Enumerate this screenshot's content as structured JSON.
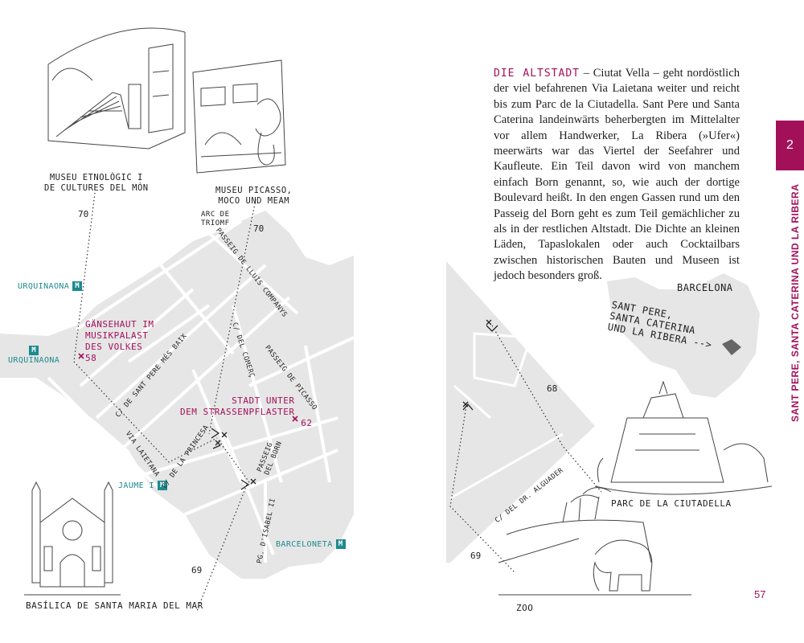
{
  "labels": {
    "museu_etnologic": [
      "MUSEU ETNOLÒGIC I",
      "DE CULTURES DEL MÓN"
    ],
    "museu_picasso": [
      "MUSEU PICASSO,",
      "MOCO UND MEAM"
    ],
    "arc_de_triomf": [
      "ARC DE",
      "TRIOMF"
    ],
    "basilica": "BASÍLICA DE SANTA MARIA DEL MAR",
    "parc_ciutadella": "PARC DE LA CIUTADELLA",
    "zoo": "ZOO",
    "barcelona": "BARCELONA",
    "district": [
      "SANT PERE,",
      "SANTA CATERINA",
      "UND LA RIBERA -->"
    ]
  },
  "route_numbers": {
    "r70a": "70",
    "r70b": "70",
    "r69a": "69",
    "r68": "68",
    "r69b": "69"
  },
  "metro": {
    "urquinaona_top": "URQUINAONA",
    "urquinaona_left": "URQUINAONA",
    "jaume_i": "JAUME I",
    "barceloneta": "BARCELONETA",
    "icon_letter": "M"
  },
  "pois": {
    "gaensehaut": {
      "lines": [
        "GÄNSEHAUT IM",
        "MUSIKPALAST",
        "DES VOLKES"
      ],
      "page": "58"
    },
    "stadt_unter": {
      "lines": [
        "STADT UNTER",
        "DEM STRASSENPFLASTER"
      ],
      "page": "62"
    }
  },
  "streets": {
    "lluis_companys": "PASSEIG DE LLUÍS COMPANYS",
    "sant_pere": "C/ DE SANT PERE MÉS BAIX",
    "comerc": "C/ DEL COMERÇ",
    "picasso": "PASSEIG DE PICASSO",
    "laietana": "VIA LAIETANA",
    "princesa": "C/ DE LA PRINCESA",
    "born": [
      "PASSEIG",
      "DEL BORN"
    ],
    "isabel": [
      "PG. D'ISABEL II"
    ],
    "alguader": "C/ DEL DR. ALGUADER"
  },
  "text": {
    "lead": "DIE ALTSTADT",
    "body": " – Ciutat Vella – geht nordöstlich der viel befahrenen Via Laietana weiter und reicht bis zum Parc de la Ciutadella. Sant Pere und Santa Caterina landeinwärts beherbergten im Mittelalter vor allem Handwerker, La Ribera (»Ufer«) meerwärts war das Viertel der Seefahrer und Kaufleute. Ein Teil davon wird von manchem einfach Born genannt, so, wie auch der dortige Boulevard heißt. In den engen Gassen rund um den Passeig del Born geht es zum Teil gemächlicher zu als in der restlichen Altstadt. Die Dichte an kleinen Läden, Tapaslokalen oder auch Cocktailbars zwischen historischen Bauten und Museen ist jedoch besonders groß."
  },
  "chapter": {
    "number": "2",
    "title": "SANT PERE, SANTA CATERINA UND LA RIBERA"
  },
  "page_number": "57",
  "colors": {
    "accent": "#a3105a",
    "metro": "#1d8a8f",
    "map_fill": "#e6e6e6",
    "map_block": "#f2f2f2"
  }
}
